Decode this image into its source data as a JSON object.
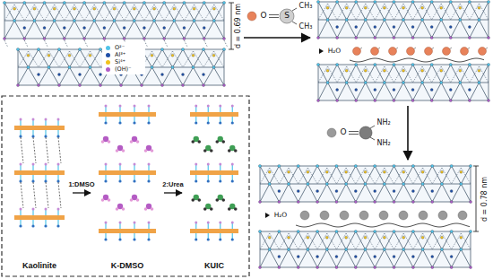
{
  "diagram": {
    "nodes": [
      {
        "text": [
          "Kaolinite"
        ]
      },
      {
        "text": [
          "K-DMSO"
        ]
      },
      {
        "text": [
          "KUIC"
        ]
      }
    ],
    "edges": [
      {
        "from": 0,
        "to": 1,
        "arrow": "to",
        "label": "1:DMSO"
      },
      {
        "from": 1,
        "to": 2,
        "arrow": "to",
        "label": "2:Urea"
      }
    ],
    "labels": [
      "d = 0.69 nm",
      "O",
      "S",
      "CH₃",
      "CH₃",
      "H₂O",
      "O",
      "NH₂",
      "NH₂",
      "H₂O",
      "d = 0.78 nm"
    ],
    "legend": [
      {
        "text": "O²⁻",
        "color": "#4fc3e8"
      },
      {
        "text": "Al³⁺",
        "color": "#1f4fa8"
      },
      {
        "text": "Si⁴⁺",
        "color": "#f2c21b"
      },
      {
        "text": "(OH)⁻",
        "color": "#b05cc8"
      }
    ]
  }
}
